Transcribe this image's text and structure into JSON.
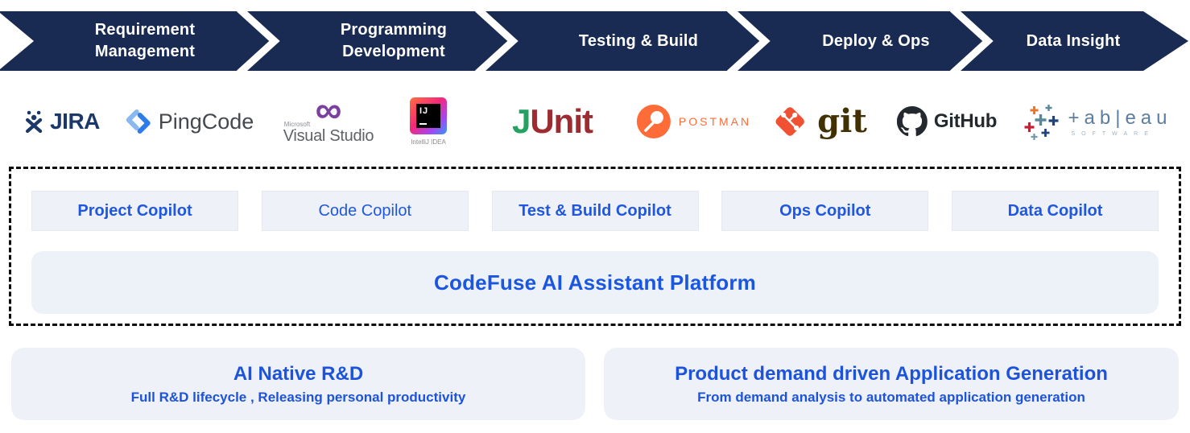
{
  "banner": {
    "stages": [
      {
        "line1": "Requirement",
        "line2": "Management"
      },
      {
        "line1": "Programming",
        "line2": "Development"
      },
      {
        "line1": "Testing & Build",
        "line2": ""
      },
      {
        "line1": "Deploy & Ops",
        "line2": ""
      },
      {
        "line1": "Data Insight",
        "line2": ""
      }
    ]
  },
  "tools": {
    "jira": {
      "label": "JIRA"
    },
    "pingcode": {
      "label": "PingCode"
    },
    "visualstudio": {
      "brand": "Microsoft",
      "label": "Visual Studio"
    },
    "intellij": {
      "badge": "IJ",
      "label": "IntelliJ IDEA"
    },
    "junit": {
      "j": "J",
      "unit": "Unit"
    },
    "postman": {
      "label": "POSTMAN"
    },
    "git": {
      "label": "git"
    },
    "github": {
      "label": "GitHub"
    },
    "tableau": {
      "label": "+ab|eau",
      "sub": "SOFTWARE"
    }
  },
  "copilots": [
    {
      "label": "Project Copilot"
    },
    {
      "label": "Code Copilot"
    },
    {
      "label": "Test & Build Copilot"
    },
    {
      "label": "Ops Copilot"
    },
    {
      "label": "Data Copilot"
    }
  ],
  "platform": {
    "label": "CodeFuse AI Assistant Platform"
  },
  "benefits": [
    {
      "title": "AI Native R&D",
      "subtitle": "Full R&D lifecycle , Releasing personal productivity"
    },
    {
      "title": "Product demand driven Application Generation",
      "subtitle": "From demand analysis to automated application generation"
    }
  ],
  "colors": {
    "banner_navy": "#192b52",
    "accent_blue": "#1f57e3",
    "box_background": "#eef1f7",
    "postman_orange": "#ff6c37",
    "git_orange": "#f05133",
    "junit_green": "#25a162",
    "junit_red": "#9e2b2f"
  }
}
